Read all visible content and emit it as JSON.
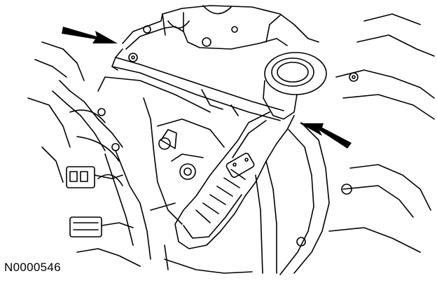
{
  "figure": {
    "reference_code": "N0000546",
    "colors": {
      "line": "#000000",
      "background": "#ffffff"
    },
    "callout_arrows": [
      {
        "icon": "arrow-right-down-icon",
        "points_to": "upper-left-mounting-bolt"
      },
      {
        "icon": "arrow-left-up-icon",
        "points_to": "bracket-tab-right"
      }
    ]
  }
}
